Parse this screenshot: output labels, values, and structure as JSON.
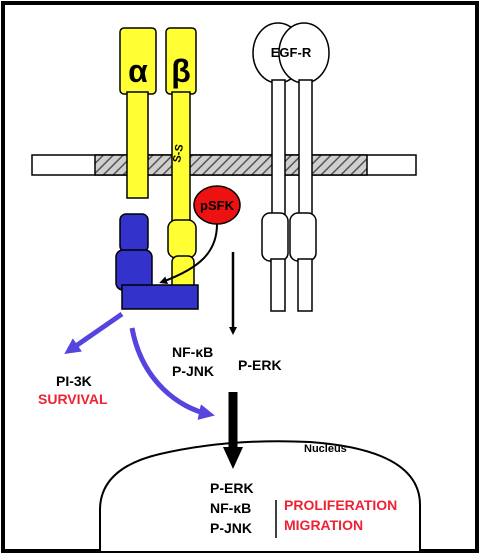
{
  "receptor": {
    "alpha_label": "α",
    "beta_label": "β",
    "egfr_label": "EGF-R",
    "ss_label": "S-S"
  },
  "kinase": {
    "label": "pSFK"
  },
  "cytoplasm": {
    "pi3k_label": "PI-3K",
    "survival_label": "SURVIVAL",
    "nfkb_label": "NF-κB",
    "pjnk_label": "P-JNK",
    "perk_label": "P-ERK"
  },
  "nucleus": {
    "title": "Nucleus",
    "items": [
      "P-ERK",
      "NF-κB",
      "P-JNK"
    ],
    "outcomes": [
      "PROLIFERATION",
      "MIGRATION"
    ]
  },
  "colors": {
    "integrin_yellow": "#ffff33",
    "talin_blue": "#3333cc",
    "arrow_blue": "#5544dd",
    "kinase_red": "#ee1111",
    "highlight_red": "#ee2233",
    "membrane_hatch": "#888888"
  }
}
